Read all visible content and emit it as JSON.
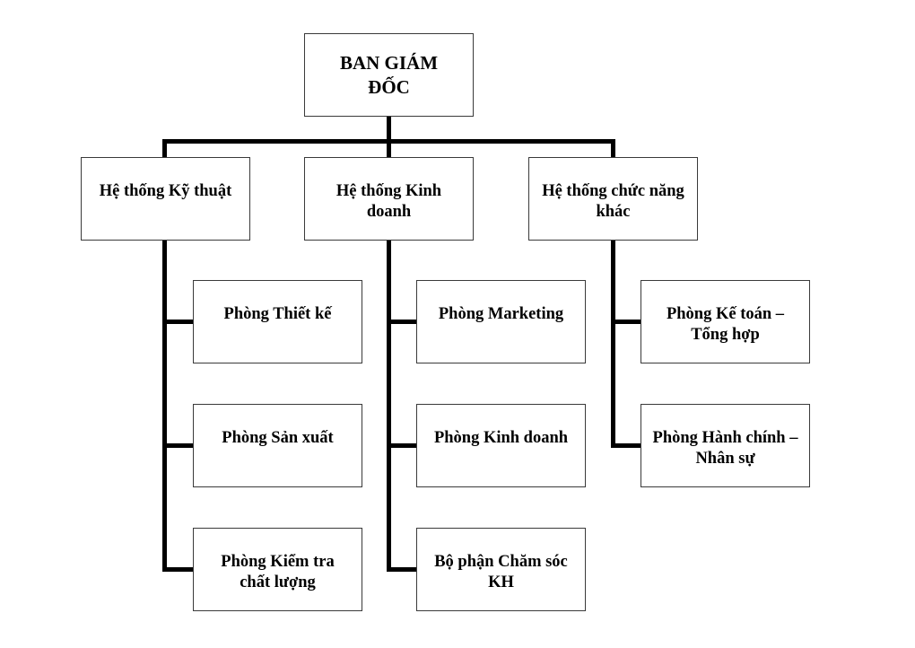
{
  "diagram": {
    "type": "org-chart",
    "root": {
      "label": "BAN GIÁM ĐỐC"
    },
    "systems": [
      {
        "label": "Hệ thống Kỹ thuật",
        "children": [
          "Phòng Thiết kế",
          "Phòng Sản xuất",
          "Phòng Kiểm tra chất lượng"
        ]
      },
      {
        "label": "Hệ thống Kinh doanh",
        "children": [
          "Phòng Marketing",
          "Phòng Kinh doanh",
          "Bộ phận Chăm sóc KH"
        ]
      },
      {
        "label": "Hệ thống chức năng khác",
        "children": [
          "Phòng Kế toán – Tổng hợp",
          "Phòng Hành chính – Nhân sự"
        ]
      }
    ]
  }
}
